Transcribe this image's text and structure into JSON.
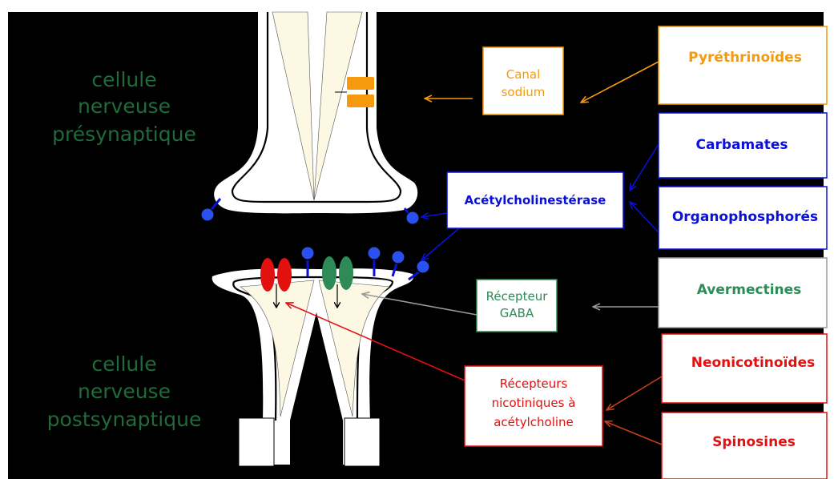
{
  "cells": {
    "pre_line1": "cellule",
    "pre_line2": "nerveuse",
    "pre_line3": "présynaptique",
    "post_line1": "cellule",
    "post_line2": "nerveuse",
    "post_line3": "postsynaptique"
  },
  "targets": {
    "canal_line1": "Canal",
    "canal_line2": "sodium",
    "ache": "Acétylcholinestérase",
    "gaba_line1": "Récepteur",
    "gaba_line2": "GABA",
    "nach_line1": "Récepteurs",
    "nach_line2": "nicotiniques à",
    "nach_line3": "acétylcholine"
  },
  "insecticides": {
    "pyrethrinoides": "Pyréthrinoïdes",
    "carbamates": "Carbamates",
    "organophosphores": "Organophosphorés",
    "avermectines": "Avermectines",
    "neonicotinoides": "Neonicotinoïdes",
    "spinosines": "Spinosines"
  },
  "colors": {
    "background": "#000000",
    "membrane": "#ffffff",
    "cytoplasm": "#fcf8e3",
    "cell_label": "#1f6b3a",
    "sodium": "#f59a0c",
    "ache_blue": "#0a10d8",
    "gaba_green": "#2e8b57",
    "nach_red": "#e31010",
    "gray_arrow": "#9a9a9a",
    "brown_arrow": "#c0401a"
  }
}
